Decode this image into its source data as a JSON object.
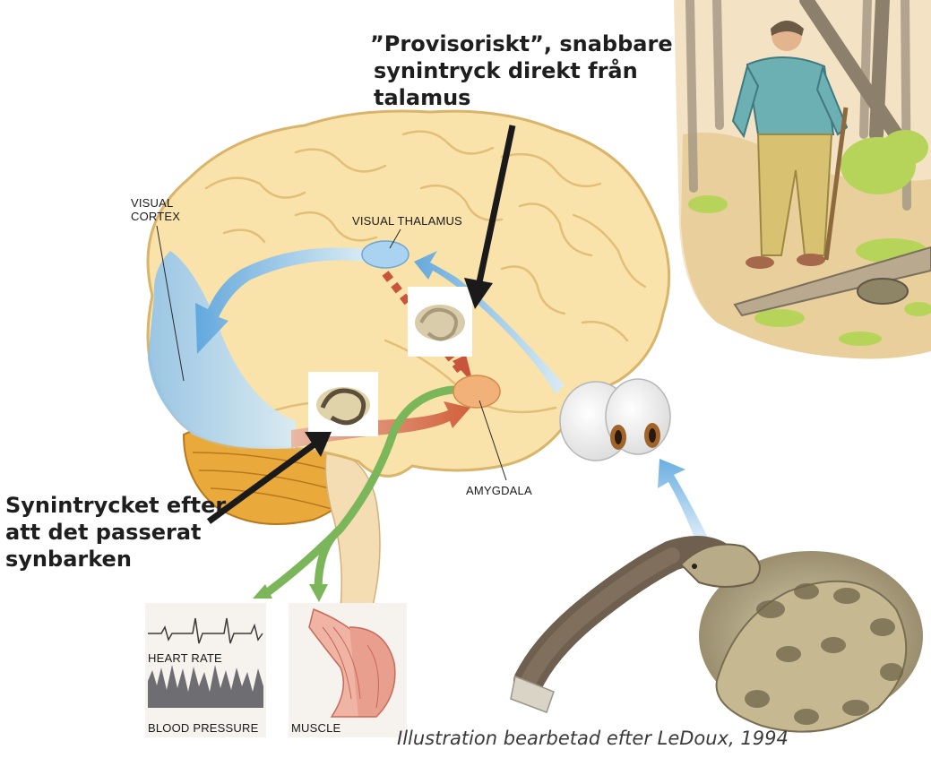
{
  "labels": {
    "visual_cortex": [
      "VISUAL",
      "CORTEX"
    ],
    "visual_thalamus": "VISUAL THALAMUS",
    "amygdala": "AMYGDALA",
    "heart_rate": "HEART RATE",
    "blood_pressure": "BLOOD PRESSURE",
    "muscle": "MUSCLE"
  },
  "annotations": {
    "fast_path": [
      "”Provisoriskt”, snabbare",
      "synintryck direkt från",
      "talamus"
    ],
    "slow_path": [
      "Synintrycket efter",
      "att det passerat",
      "synbarken"
    ]
  },
  "caption": "Illustration bearbetad efter LeDoux, 1994",
  "colors": {
    "brain": "#fae3aa",
    "brain_outline": "#d9b46a",
    "cortex_blue": "#a9d3f0",
    "arrow_blue": "#6fb0e3",
    "arrow_red": "#c8543a",
    "arrow_green": "#7cb65a",
    "amygdala": "#f2b178",
    "cerebellum": "#e6a63a"
  }
}
